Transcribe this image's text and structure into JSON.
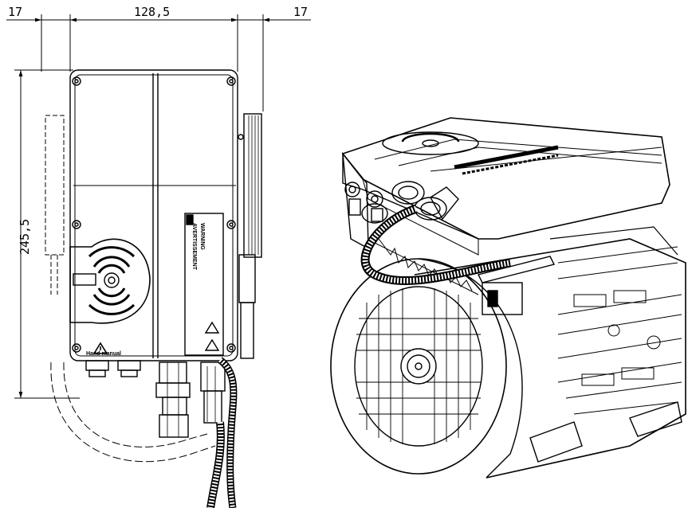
{
  "dimensions": {
    "left_margin": "17",
    "width": "128,5",
    "right_margin": "17",
    "height": "245,5"
  },
  "labels": {
    "hand_manual": "Hand manual",
    "warning_title": "WARNING",
    "avertissement_title": "AVERTISSEMENT"
  },
  "colors": {
    "line": "#000000",
    "background": "#ffffff"
  }
}
